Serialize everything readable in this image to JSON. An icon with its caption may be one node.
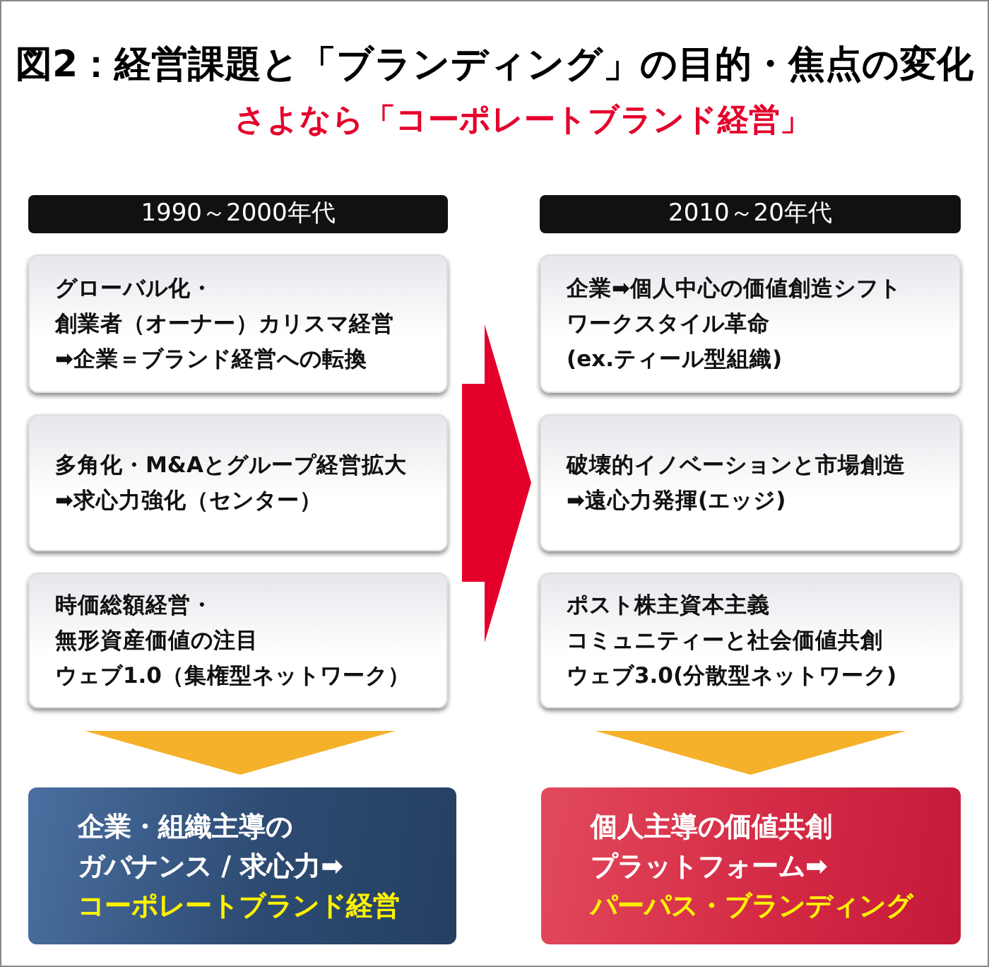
{
  "diagram": {
    "title": "図2：経営課題と「ブランディング」の目的・焦点の変化",
    "nodes": [
      {
        "text": [
          "1990～2000年代"
        ]
      },
      {
        "text": [
          "グローバル化・",
          "創業者（オーナー）カリスマ経営",
          "➡企業＝ブランド経営への転換"
        ]
      },
      {
        "text": [
          "多角化・M&Aとグループ経営拡大",
          "➡求心力強化（センター）"
        ]
      },
      {
        "text": [
          "時価総額経営・",
          "無形資産価値の注目",
          "ウェブ1.0（集権型ネットワーク）"
        ]
      },
      {
        "text": [
          "2010～20年代"
        ]
      },
      {
        "text": [
          "企業➡個人中心の価値創造シフト",
          "ワークスタイル革命",
          "(ex.ティール型組織)"
        ]
      },
      {
        "text": [
          "破壊的イノベーションと市場創造",
          "➡遠心力発揮(エッジ)"
        ]
      },
      {
        "text": [
          "ポスト株主資本主義",
          "コミュニティーと社会価値共創",
          "ウェブ3.0(分散型ネットワーク)"
        ]
      },
      {
        "text": [
          "企業・組織主導の",
          "ガバナンス / 求心力➡",
          "コーポレートブランド経営"
        ]
      },
      {
        "text": [
          "個人主導の価値共創",
          "プラットフォーム➡",
          "パーパス・ブランディング"
        ]
      }
    ],
    "edges": [
      {
        "from": 2,
        "to": 6,
        "arrow": "to",
        "color": "#e4002b"
      },
      {
        "from": 3,
        "to": 8,
        "arrow": "to"
      },
      {
        "from": 7,
        "to": 9,
        "arrow": "to"
      }
    ],
    "labels": [
      "さよなら「コーポレートブランド経営」"
    ]
  }
}
